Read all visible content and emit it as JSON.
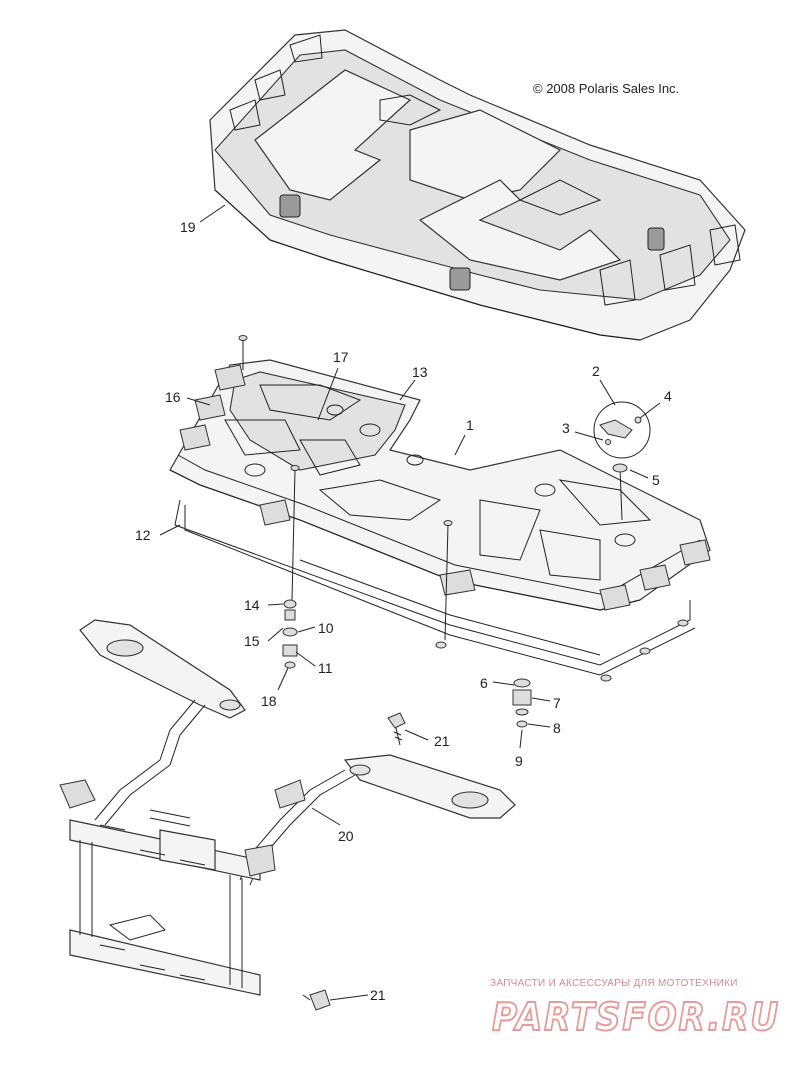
{
  "copyright": "© 2008 Polaris Sales Inc.",
  "watermark": {
    "tagline": "ЗАПЧАСТИ И АКСЕССУАРЫ ДЛЯ МОТОТЕХНИКИ",
    "brand": "PARTSFOR.RU"
  },
  "callouts": [
    "1",
    "2",
    "3",
    "4",
    "5",
    "6",
    "7",
    "8",
    "9",
    "10",
    "11",
    "12",
    "13",
    "14",
    "15",
    "16",
    "17",
    "18",
    "19",
    "20",
    "21",
    "21"
  ]
}
